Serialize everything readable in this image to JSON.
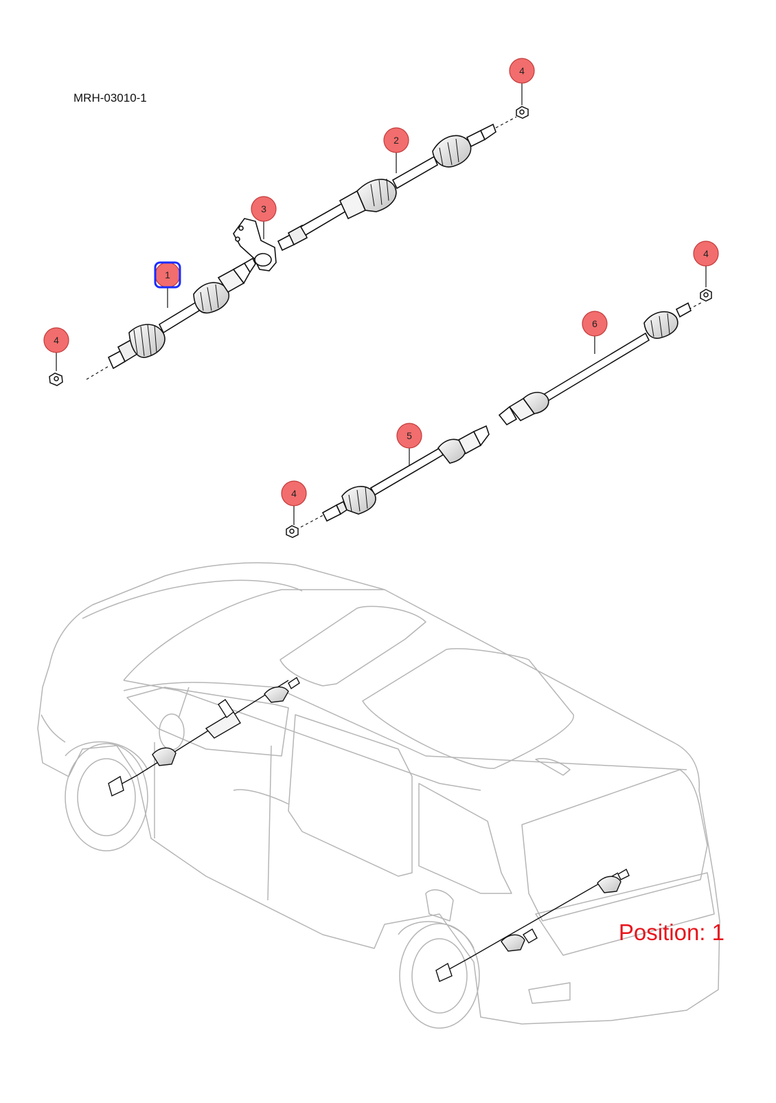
{
  "diagram": {
    "code": "MRH-03010-1",
    "position_label": "Position: 1",
    "callout_fill": "#f26d6d",
    "callout_stroke": "#c23a3a",
    "highlight_color": "#1a2cff",
    "highlighted_callout": "1",
    "callouts": [
      {
        "id": "1",
        "label": "1"
      },
      {
        "id": "2",
        "label": "2"
      },
      {
        "id": "3",
        "label": "3"
      },
      {
        "id": "4a",
        "label": "4"
      },
      {
        "id": "4b",
        "label": "4"
      },
      {
        "id": "4c",
        "label": "4"
      },
      {
        "id": "4d",
        "label": "4"
      },
      {
        "id": "5",
        "label": "5"
      },
      {
        "id": "6",
        "label": "6"
      }
    ]
  }
}
